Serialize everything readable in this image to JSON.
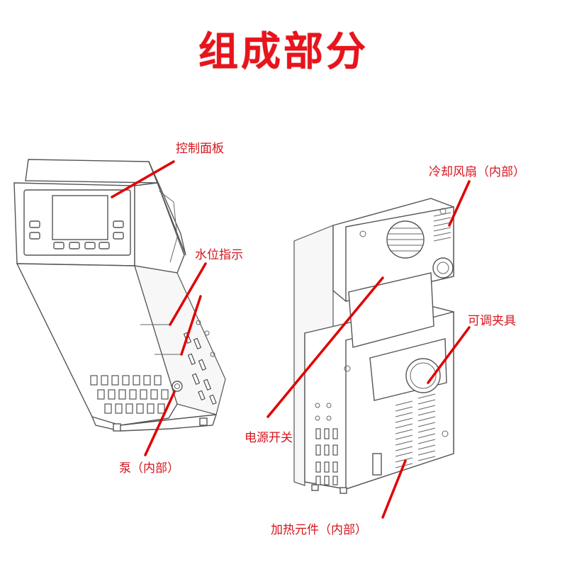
{
  "title": "组成部分",
  "labels": {
    "control_panel": "控制面板",
    "water_level": "水位指示",
    "pump": "泵（内部）",
    "cooling_fan": "冷却风扇（内部）",
    "adjustable_clamp": "可调夹具",
    "power_switch": "电源开关",
    "heating_element": "加热元件（内部）"
  },
  "colors": {
    "accent": "#e8141c",
    "label": "#d6141c",
    "pointer": "#e00000"
  }
}
